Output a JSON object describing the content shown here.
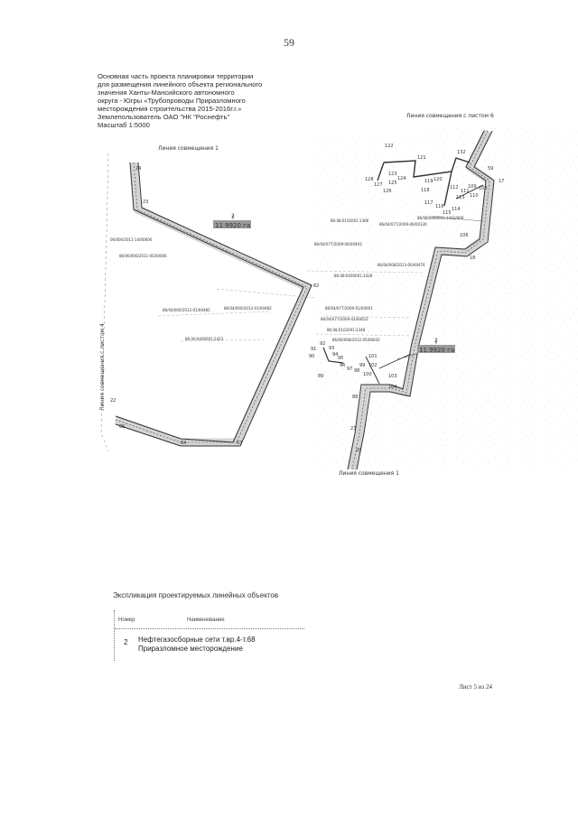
{
  "page": {
    "number": "59",
    "sheet_label": "Лист 5 из 24"
  },
  "header": {
    "lines": [
      "Основная часть проекта планировки территории",
      "для размещения линейного объекта регионального",
      "значения Ханты-Мансийского автономного",
      "округа - Югры «Трубопроводы Приразломного",
      "месторождения строительства 2015-2016г.г.»",
      "Землепользователь ОАО \"НК \"Роснефть\"",
      "Масштаб 1:5000"
    ]
  },
  "map": {
    "match_line_1_top": "Линия совмещения 1",
    "match_line_1_bottom": "Линия совмещения 1",
    "match_line_sheet6": "Линия совмещения с листом 6",
    "match_line_sheet4": "Линия совмещения с листом 4",
    "left_corridor": {
      "number": "2",
      "area": "11.9920 га"
    },
    "right_corridor": {
      "number": "2",
      "area": "11.9920 га"
    },
    "cadastral_left": [
      "06/000/2011-14/00606",
      "86/06/000/2011-05/00006",
      "86/04/000/2012-01/00485",
      "86/04/000/2012-01/00482",
      "86:00:0400001:2423"
    ],
    "cadastral_right": [
      "86:08:0102001:1366",
      "86/04/077/2009-06/00130",
      "86/08/0060001:1332/009",
      "86/04/077/2009-06/00493",
      "86:08:0400001:2428",
      "86/04/008/2013-00/00476",
      "86/04/077/2009-01/00001",
      "86/04/077/2009-02/00022",
      "86:08:0102001:2348",
      "86/04/008/2012-05/00042"
    ],
    "point_labels": {
      "left_top": "22",
      "left_bend": "82",
      "left_low": "63",
      "left_mid": "84",
      "left_side": "85",
      "left_a": "24",
      "left_b": "23",
      "right_numbers": [
        "122",
        "121",
        "132",
        "59",
        "17",
        "128",
        "127",
        "125",
        "124",
        "123",
        "126",
        "119",
        "120",
        "118",
        "117",
        "116",
        "115",
        "114",
        "113",
        "112",
        "111",
        "110",
        "109",
        "108",
        "106",
        "18",
        "91",
        "92",
        "93",
        "94",
        "95",
        "96",
        "97",
        "98",
        "99",
        "100",
        "101",
        "102",
        "103",
        "104",
        "89",
        "90",
        "88",
        "23",
        "20"
      ]
    }
  },
  "legend": {
    "title": "Экспликация проектируемых линейных объектов",
    "columns": {
      "number": "Номер",
      "name": "Наименование"
    },
    "rows": [
      {
        "number": "2",
        "name_line1": "Нефтегазосборные сети т.вр.4-т.68",
        "name_line2": "Приразломное месторождение"
      }
    ]
  }
}
